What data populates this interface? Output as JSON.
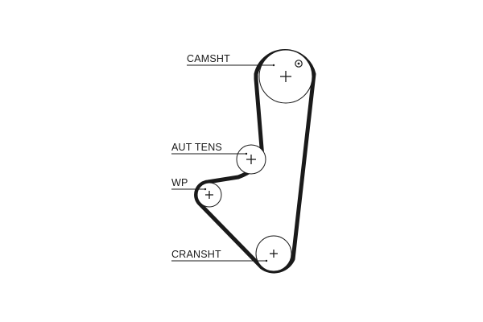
{
  "diagram": {
    "labels": {
      "camshaft": "CAMSHT",
      "tensioner": "AUT TENS",
      "water_pump": "WP",
      "crankshaft": "CRANSHT"
    },
    "colors": {
      "ink": "#1a1a1a",
      "background": "#ffffff"
    }
  }
}
